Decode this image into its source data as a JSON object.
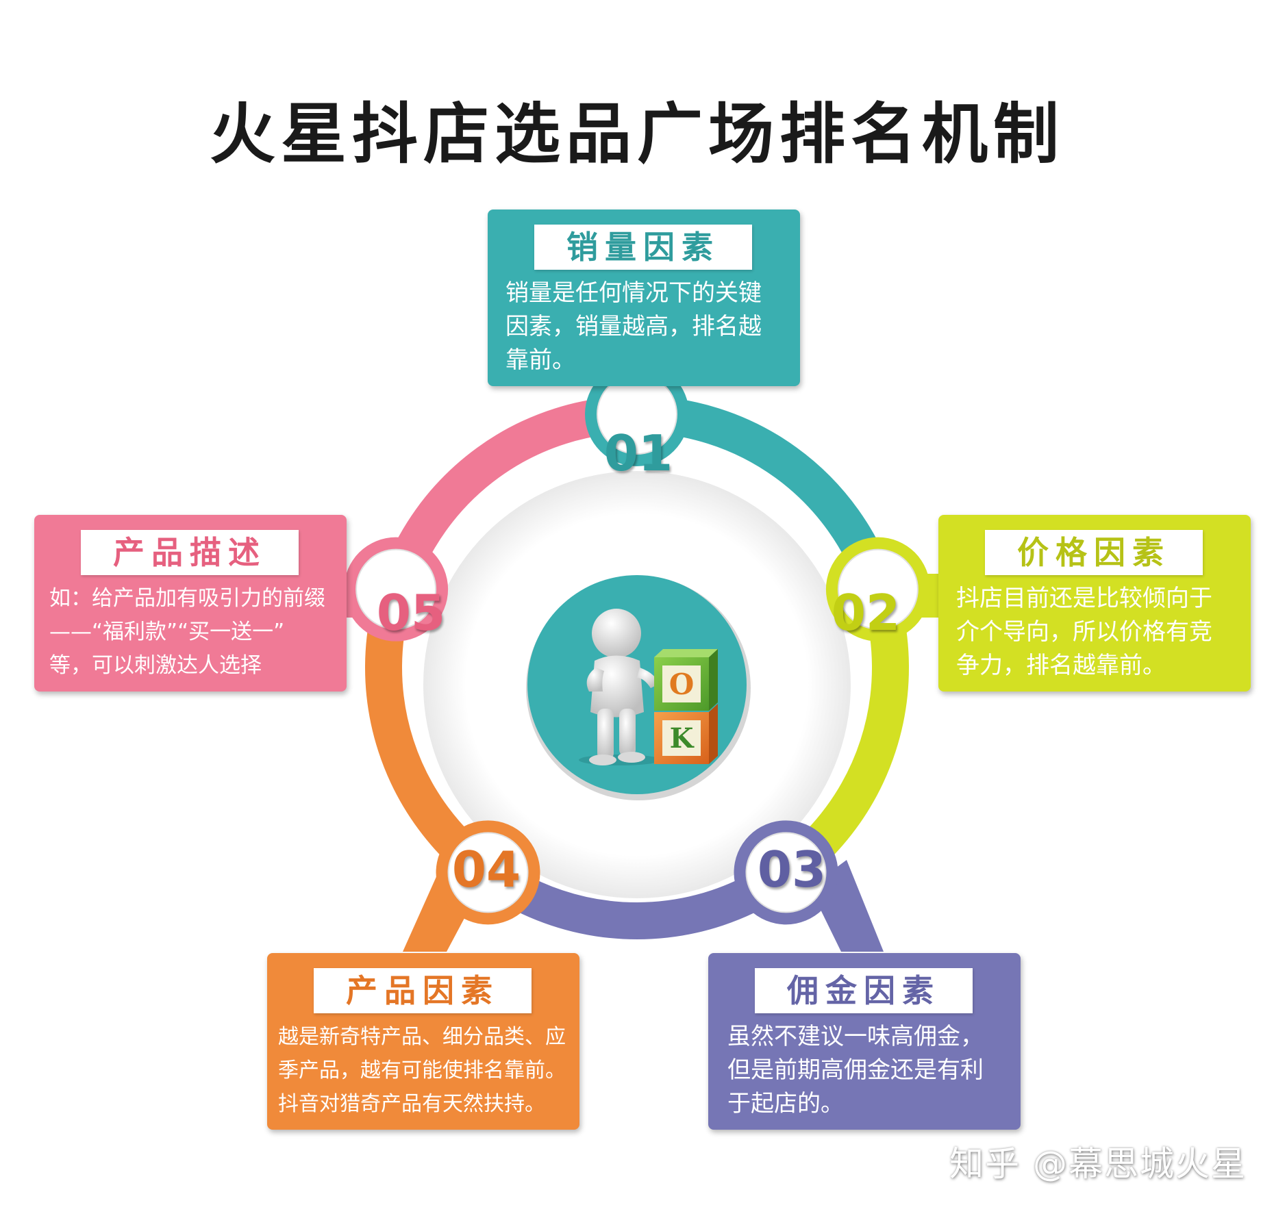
{
  "title": "火星抖店选品广场排名机制",
  "colors": {
    "teal": "#3aafb0",
    "lime": "#d3e023",
    "purple": "#7676b5",
    "orange": "#f08a3a",
    "pink": "#f07a96"
  },
  "center": {
    "icon": "3d-man-thumbs-up-with-ok-blocks",
    "block_top": "O",
    "block_bottom": "K"
  },
  "factors": [
    {
      "number": "01",
      "heading": "销量因素",
      "text": [
        "销量是任何情况下的关键",
        "因素，销量越高，排名越",
        "靠前。"
      ],
      "color": "#3aafb0"
    },
    {
      "number": "02",
      "heading": "价格因素",
      "text": [
        "抖店目前还是比较倾向于",
        "介个导向，所以价格有竞",
        "争力，排名越靠前。"
      ],
      "color": "#d3e023"
    },
    {
      "number": "03",
      "heading": "佣金因素",
      "text": [
        "虽然不建议一味高佣金，",
        "但是前期高佣金还是有利",
        "于起店的。"
      ],
      "color": "#7676b5"
    },
    {
      "number": "04",
      "heading": "产品因素",
      "text": [
        "越是新奇特产品、细分品类、应",
        "季产品，越有可能使排名靠前。",
        "抖音对猎奇产品有天然扶持。"
      ],
      "color": "#f08a3a"
    },
    {
      "number": "05",
      "heading": "产品描述",
      "text": [
        "如：给产品加有吸引力的前缀",
        "——“福利款”“买一送一”",
        "等，可以刺激达人选择"
      ],
      "color": "#f07a96"
    }
  ],
  "watermark": "知乎 @幕思城火星"
}
